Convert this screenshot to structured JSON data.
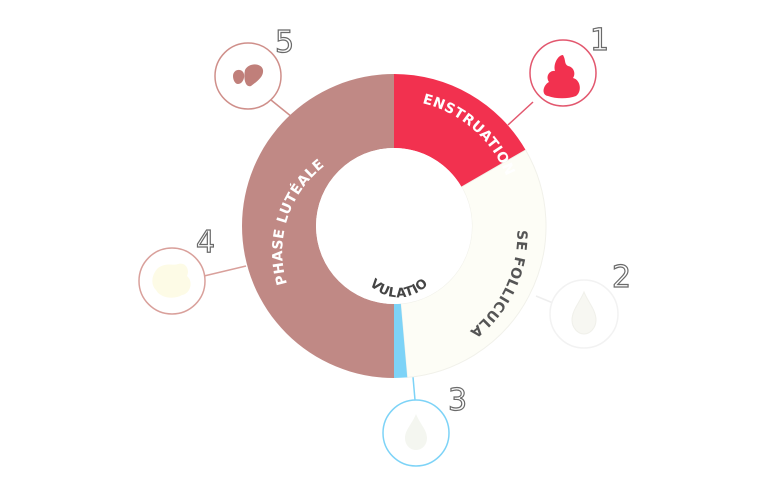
{
  "diagram": {
    "center_label": "OVULATION",
    "phases": [
      {
        "label": "MENSTRUATIONS",
        "color": "#f2314f",
        "text_color": "#ffffff"
      },
      {
        "label": "PHASE FOLLICULAIRE",
        "color": "#fdfdf6",
        "text_color": "#555555"
      },
      {
        "label": "",
        "color": "#7dd3f7",
        "text_color": "#ffffff"
      },
      {
        "label": "PHASE LUTÉALE",
        "color": "#c08985",
        "text_color": "#ffffff"
      }
    ],
    "callouts": [
      {
        "number": "1",
        "icon": "menstrual-blood-icon",
        "ring_color": "#e2576e",
        "icon_color": "#f2314f"
      },
      {
        "number": "2",
        "icon": "droplet-icon",
        "ring_color": "#f2f2f2",
        "icon_color": "#f7f7f2"
      },
      {
        "number": "3",
        "icon": "drop-icon",
        "ring_color": "#7dd3f7",
        "icon_color": "#f4f6f0"
      },
      {
        "number": "4",
        "icon": "blob-icon",
        "ring_color": "#d9a09b",
        "icon_color": "#fdfbe6"
      },
      {
        "number": "5",
        "icon": "clots-icon",
        "ring_color": "#cf8f8a",
        "icon_color": "#c07f7a"
      }
    ]
  }
}
